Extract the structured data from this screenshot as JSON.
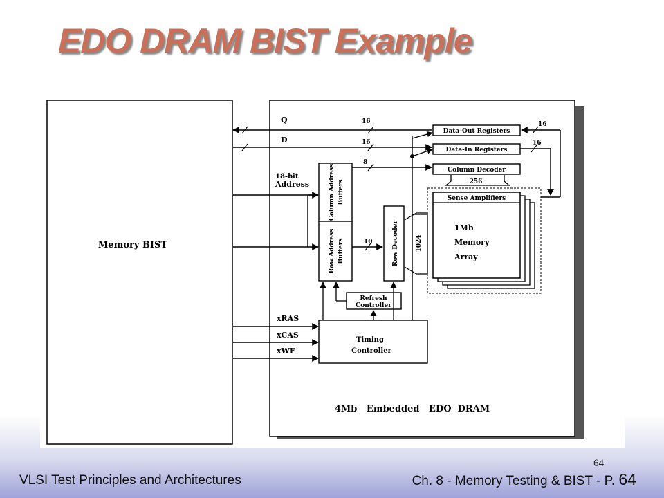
{
  "slide": {
    "title": "EDO DRAM BIST Example",
    "footer_left": "VLSI Test Principles and Architectures",
    "footer_right_text": "Ch. 8 - Memory Testing & BIST - P.",
    "footer_right_num": "64",
    "page_small": "64"
  },
  "diagram": {
    "memory_bist_label": "Memory BIST",
    "dram_label": "4Mb   Embedded   EDO  DRAM",
    "signals": {
      "q": "Q",
      "d": "D",
      "address_line1": "18-bit",
      "address_line2": "Address",
      "xras": "xRAS",
      "xcas": "xCAS",
      "xwe": "xWE"
    },
    "bus_widths": {
      "q_bus": "16",
      "d_bus": "16",
      "col_bus": "8",
      "row_bus": "10",
      "out_side": "16",
      "in_side": "16",
      "decoder_out": "256",
      "row_decoder_out": "1024"
    },
    "blocks": {
      "data_out": "Data-Out Registers",
      "data_in": "Data-In Registers",
      "col_decoder": "Column Decoder",
      "sense_amp": "Sense Amplifiers",
      "memory_array_1": "1Mb",
      "memory_array_2": "Memory",
      "memory_array_3": "Array",
      "col_addr_1": "Column Address",
      "col_addr_2": "Buffers",
      "row_addr_1": "Row Address",
      "row_addr_2": "Buffers",
      "row_decoder": "Row Decoder",
      "refresh_1": "Refresh",
      "refresh_2": "Controller",
      "timing_1": "Timing",
      "timing_2": "Controller"
    }
  }
}
